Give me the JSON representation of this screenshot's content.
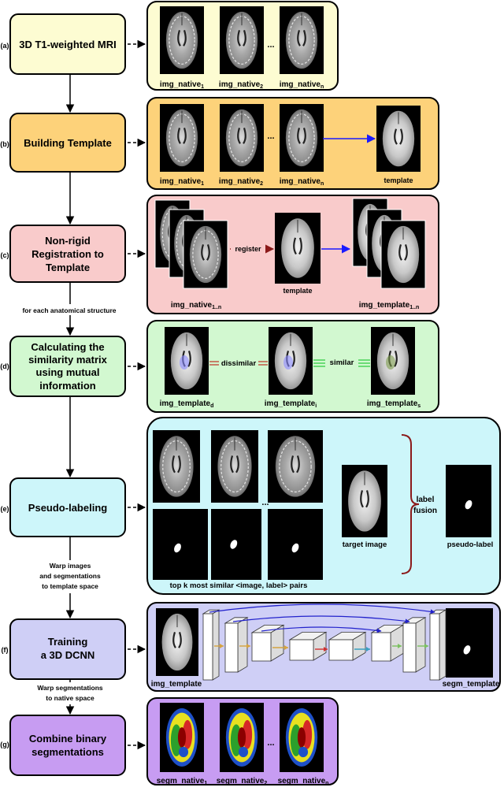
{
  "steps": [
    {
      "letter": "(a)",
      "title": [
        "3D T1-weighted MRI"
      ],
      "fill": "#fdfcd2"
    },
    {
      "letter": "(b)",
      "title": [
        "Building Template"
      ],
      "fill": "#fdd27a"
    },
    {
      "letter": "(c)",
      "title": [
        "Non-rigid",
        "Registration to",
        "Template"
      ],
      "fill": "#f9cbcb"
    },
    {
      "letter": "(d)",
      "title": [
        "Calculating the",
        "similarity matrix",
        "using mutual",
        "information"
      ],
      "fill": "#d2f8d0"
    },
    {
      "letter": "(e)",
      "title": [
        "Pseudo-labeling"
      ],
      "fill": "#cdf6fa"
    },
    {
      "letter": "(f)",
      "title": [
        "Training",
        "a 3D DCNN"
      ],
      "fill": "#cfcff6"
    },
    {
      "letter": "(g)",
      "title": [
        "Combine binary",
        "segmentations"
      ],
      "fill": "#c79cf2"
    }
  ],
  "connector_notes": {
    "c_to_d": "for each anatomical structure",
    "e_to_f": [
      "Warp images",
      "and segmentations",
      "to template space"
    ],
    "f_to_g": [
      "Warp segmentations",
      "to native space"
    ]
  },
  "panel_a": {
    "labels": [
      {
        "base": "img_native",
        "sub": "1"
      },
      {
        "base": "img_native",
        "sub": "2"
      },
      {
        "base": "img_native",
        "sub": "n"
      }
    ],
    "ellipsis": "..."
  },
  "panel_b": {
    "labels": [
      {
        "base": "img_native",
        "sub": "1"
      },
      {
        "base": "img_native",
        "sub": "2"
      },
      {
        "base": "img_native",
        "sub": "n"
      }
    ],
    "ellipsis": "...",
    "template_label": "template"
  },
  "panel_c": {
    "stack_label": {
      "base": "img_native",
      "sub": "1..n"
    },
    "register_label": "register",
    "template_label": "template",
    "out_label": {
      "base": "img_template",
      "sub": "1..n"
    }
  },
  "panel_d": {
    "labels": [
      {
        "base": "img_template",
        "sub": "d"
      },
      {
        "base": "img_template",
        "sub": "i"
      },
      {
        "base": "img_template",
        "sub": "s"
      }
    ],
    "dissimilar": "dissimilar",
    "similar": "similar"
  },
  "panel_e": {
    "ellipsis": "...",
    "caption": "top k most similar <image, label> pairs",
    "target_label": "target image",
    "fusion_label": [
      "label",
      "fusion"
    ],
    "pseudo_label": "pseudo-label"
  },
  "panel_f": {
    "input_label": "img_template",
    "output_label": "segm_template"
  },
  "panel_g": {
    "labels": [
      {
        "base": "segm_native",
        "sub": "1"
      },
      {
        "base": "segm_native",
        "sub": "2"
      },
      {
        "base": "segm_native",
        "sub": "n"
      }
    ],
    "ellipsis": "..."
  },
  "colors": {
    "blue_arrow": "#1a1aff",
    "register_arrow": "#8b1a1a",
    "dissimilar_line": "#c0392b",
    "similar_line": "#2ecc40",
    "bracket": "#8b1a1a"
  }
}
